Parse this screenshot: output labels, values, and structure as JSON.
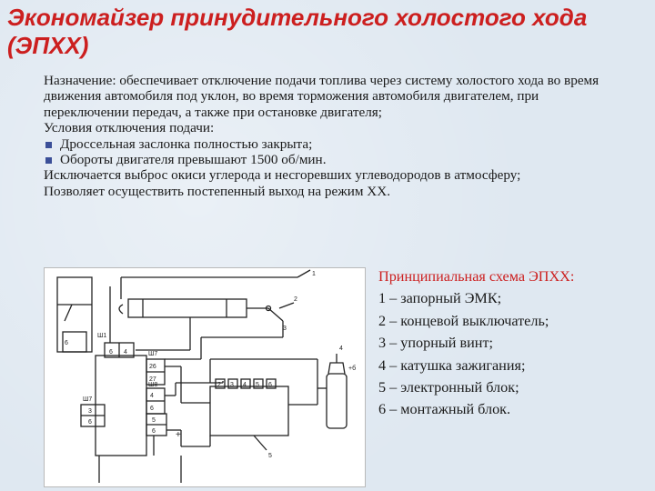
{
  "title": "Экономайзер принудительного холостого хода (ЭПХХ)",
  "purpose": {
    "label": "Назначение:",
    "text": " обеспечивает отключение подачи топлива через систему холостого хода во время движения автомобиля под уклон, во время торможения автомобиля двигателем, при переключении передач, а также при остановке двигателя;"
  },
  "conditions_heading": "Условия отключения подачи:",
  "conditions": [
    "Дроссельная заслонка полностью закрыта;",
    "Обороты двигателя превышают 1500 об/мин."
  ],
  "effects": [
    "Исключается выброс окиси углерода и несгоревших углеводородов в атмосферу;",
    "Позволяет осуществить постепенный выход на режим ХХ."
  ],
  "diagram": {
    "labels": {
      "sh1": "Ш1",
      "sh1_pins": [
        "6",
        "4"
      ],
      "sh2": "Ш7",
      "sh2_pins": [
        "26",
        "27"
      ],
      "sh3": "Ш8",
      "sh3_pins": [
        "4",
        "6"
      ],
      "sh4": "Ш7",
      "sh4_pins": [
        "3",
        "6"
      ],
      "sh5_pins": [
        "5",
        "6"
      ],
      "num1": "1",
      "num2": "2",
      "num3": "3",
      "num4": "4",
      "num5": "5",
      "num6": "6",
      "plus_b": "+б",
      "plus": "+",
      "ebu_pins": [
        "2",
        "3",
        "4",
        "5",
        "6"
      ]
    }
  },
  "caption": {
    "title": "Принципиальная схема ЭПХХ:",
    "items": [
      "1 – запорный ЭМК;",
      "2 – концевой выключатель;",
      "3 – упорный винт;",
      "4 – катушка зажигания;",
      "5 – электронный блок;",
      "6 – монтажный блок."
    ]
  }
}
